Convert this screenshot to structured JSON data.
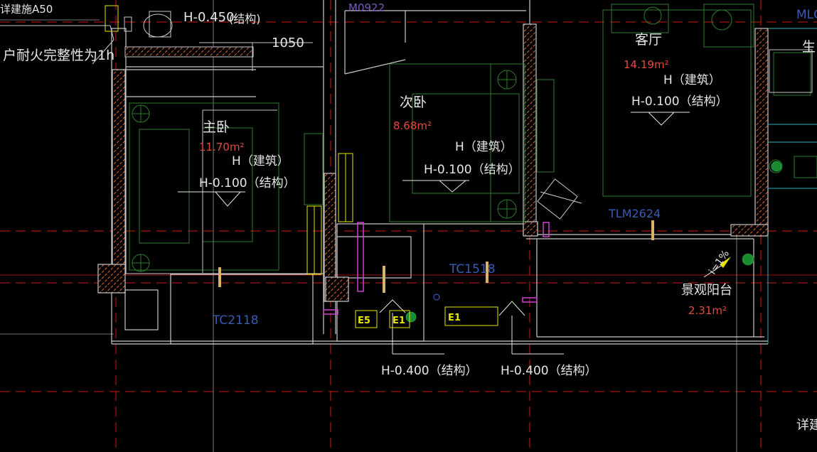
{
  "colors": {
    "background": "#000000",
    "wall": "#c9c9c9",
    "axis_red": "#d01818",
    "hatch": "#e06a2c",
    "furniture": "#2e7d2e",
    "area_text": "#e24a3c",
    "label_text": "#e6e6e6",
    "door_label": "#7a5ab8",
    "window_label": "#3a5bb0",
    "yellow": "#e6e600",
    "tan": "#d8b46a",
    "magenta": "#d040d0",
    "cyan": "#30b0c0"
  },
  "top_left": {
    "ref_note": "详建施A50",
    "fire_note": "户耐火完整性为1h",
    "dimension": "1050",
    "elev_partial_1": "H-0.450",
    "elev_partial_2": "(结构)",
    "door_code": "M0922"
  },
  "rooms": {
    "master_bedroom": {
      "name": "主卧",
      "area": "11.70m²",
      "elev_arch": "H（建筑）",
      "elev_struct": "H-0.100（结构）"
    },
    "second_bedroom": {
      "name": "次卧",
      "area": "8.68m²",
      "elev_arch": "H（建筑）",
      "elev_struct": "H-0.100（结构）"
    },
    "living_room": {
      "name": "客厅",
      "area": "14.19m²",
      "elev_arch": "H（建筑）",
      "elev_struct": "H-0.100（结构）"
    },
    "balcony": {
      "name": "景观阳台",
      "area": "2.31m²"
    }
  },
  "openings": {
    "window_1": "TC2118",
    "window_2": "TC1518",
    "door_tlm": "TLM2624",
    "door_top_right": "MLC"
  },
  "equipment": {
    "tag_e5": "E5",
    "tag_e1a": "E1",
    "tag_e1b": "E1",
    "slope_label": "i=1%"
  },
  "lower_elevations": {
    "left": "H-0.400（结构）",
    "right": "H-0.400（结构）"
  },
  "right_edge": {
    "partial_char": "生",
    "bottom_note": "详建"
  }
}
